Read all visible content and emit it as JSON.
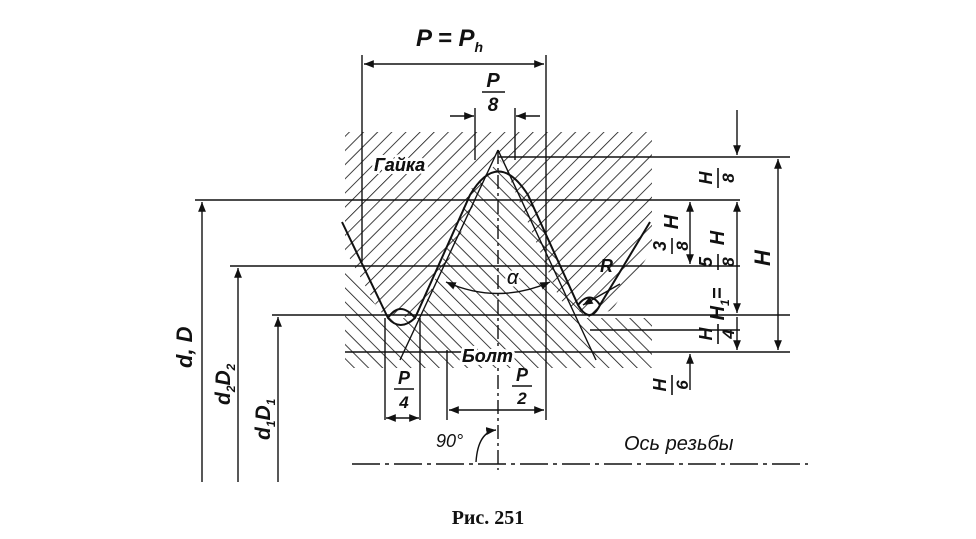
{
  "labels": {
    "pitch": "P = P",
    "pitch_sub": "h",
    "p_num": "P",
    "p8_den": "8",
    "p4_den": "4",
    "p2_den": "2",
    "nut": "Гайка",
    "bolt": "Болт",
    "alpha": "α",
    "radius": "R",
    "angle90": "90°",
    "axis": "Ось резьбы",
    "dD": "d, D",
    "d2_a": "d",
    "d2_s1": "2",
    "d2_b": "D",
    "d2_s2": "2",
    "d1_a": "d",
    "d1_s1": "1",
    "d1_b": "D",
    "d1_s2": "1",
    "h_num": "H",
    "h8_den": "8",
    "h4_den": "4",
    "h6_den": "6",
    "h38_num": "3",
    "h38_den": "8",
    "h58_eq": "H",
    "h58_sub": "1",
    "h58_num": "5",
    "h58_den": "8",
    "H": "H",
    "caption": "Рис. 251"
  },
  "colors": {
    "ink": "#111111",
    "background": "#ffffff"
  }
}
